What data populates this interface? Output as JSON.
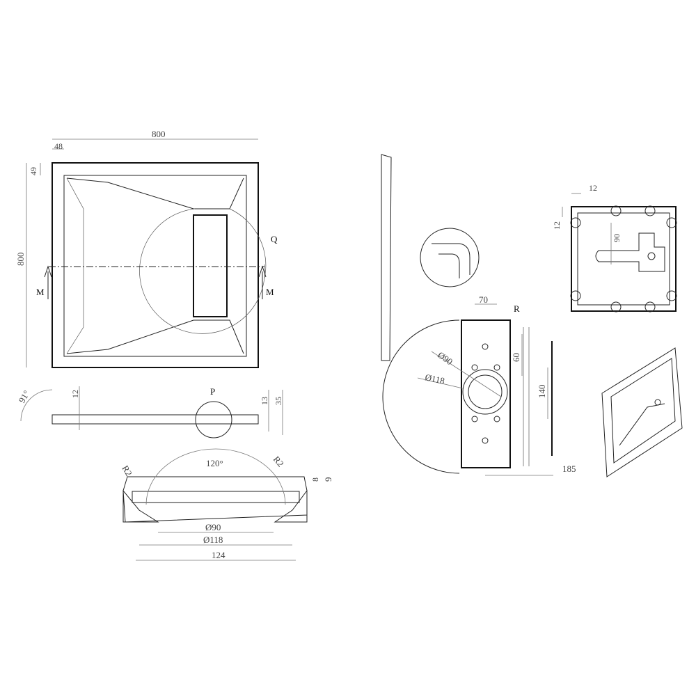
{
  "top_view": {
    "width_dim": "800",
    "height_dim": "800",
    "edge_x_dim": "48",
    "edge_y_dim": "49",
    "section_left": "M",
    "section_right": "M",
    "detail_label": "Q"
  },
  "side_view": {
    "angle": "91°",
    "rim_dim": "12",
    "detail_label": "P",
    "drain_dim": "13",
    "height_dim": "35"
  },
  "drain_detail": {
    "radius_left": "R2",
    "radius_right": "R2",
    "angle": "120°",
    "dim_8": "8",
    "dim_9": "9",
    "dia_inner": "Ø90",
    "dia_outer": "Ø118",
    "width": "124"
  },
  "detail_r": {
    "width": "70",
    "label": "R",
    "dia_inner": "Ø90",
    "dia_outer": "Ø118",
    "dim_60": "60",
    "dim_140": "140",
    "dim_185": "185"
  },
  "underside_view": {
    "edge_x": "12",
    "edge_y": "12",
    "dim_90": "90"
  }
}
